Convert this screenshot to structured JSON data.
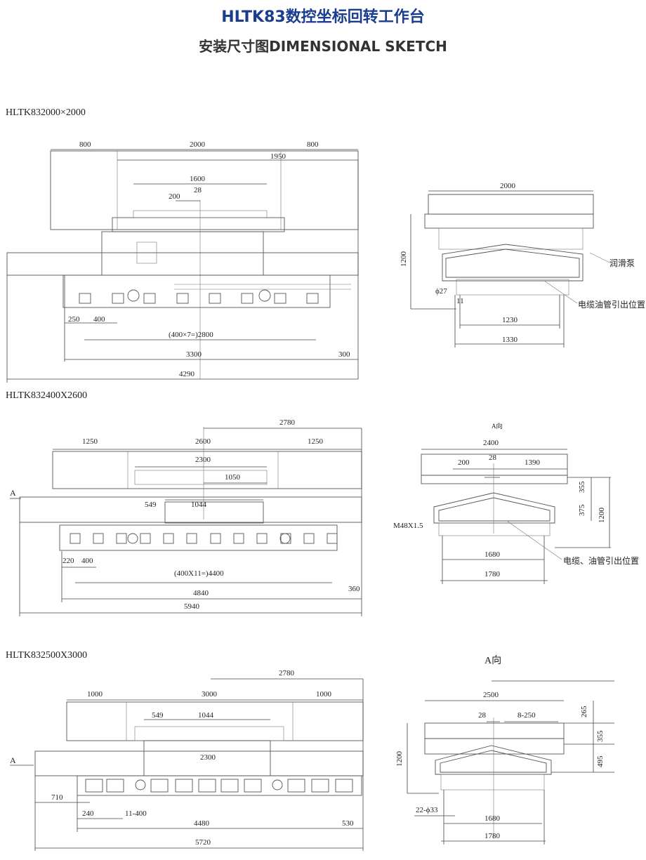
{
  "header": {
    "title": "HLTK83数控坐标回转工作台",
    "subtitle": "安装尺寸图DIMENSIONAL SKETCH"
  },
  "sections": [
    {
      "model": "HLTK832000×2000",
      "front": {
        "d_800_left": "800",
        "d_2000": "2000",
        "d_800_right": "800",
        "d_1950": "1950",
        "d_1600": "1600",
        "d_200": "200",
        "d_28": "28",
        "d_250": "250",
        "d_400": "400",
        "d_2800": "(400×7=)2800",
        "d_3300": "3300",
        "d_300": "300",
        "d_4290": "4290"
      },
      "side": {
        "d_2000": "2000",
        "d_1200": "1200",
        "phi27": "ϕ27",
        "d_11": "11",
        "d_1230": "1230",
        "d_1330": "1330",
        "label_pump": "润滑泵",
        "label_cable": "电缆油管引出位置"
      }
    },
    {
      "model": "HLTK832400X2600",
      "front": {
        "d_2780": "2780",
        "d_1250_left": "1250",
        "d_2600": "2600",
        "d_1250_right": "1250",
        "d_2300": "2300",
        "d_1050": "1050",
        "d_549": "549",
        "d_1044": "1044",
        "arrow_a": "A",
        "d_220": "220",
        "d_400": "400",
        "d_4400": "(400X11=)4400",
        "d_4840": "4840",
        "d_360": "360",
        "d_5940": "5940"
      },
      "side": {
        "view": "A向",
        "d_2400": "2400",
        "d_200": "200",
        "d_28": "28",
        "d_1390": "1390",
        "d_355": "355",
        "d_375": "375",
        "d_1200": "1200",
        "m48": "M48X1.5",
        "d_1680": "1680",
        "d_1780": "1780",
        "label_cable": "电缆、油管引出位置"
      }
    },
    {
      "model": "HLTK832500X3000",
      "front": {
        "d_2780": "2780",
        "d_1000_left": "1000",
        "d_3000": "3000",
        "d_1000_right": "1000",
        "d_549": "549",
        "d_1044": "1044",
        "d_2300": "2300",
        "arrow_a": "A",
        "d_710": "710",
        "d_240": "240",
        "d_11_400": "11-400",
        "d_4480": "4480",
        "d_530": "530",
        "d_5720": "5720"
      },
      "side": {
        "view": "A向",
        "d_2500": "2500",
        "d_265": "265",
        "d_28": "28",
        "d_8_250": "8-250",
        "d_355": "355",
        "d_495": "495",
        "d_1200": "1200",
        "d_22_33": "22-ϕ33",
        "d_1680": "1680",
        "d_1780": "1780"
      }
    }
  ],
  "colors": {
    "title": "#1a3d8f",
    "line": "#444444",
    "accent_blue": "#5a6ab5"
  }
}
